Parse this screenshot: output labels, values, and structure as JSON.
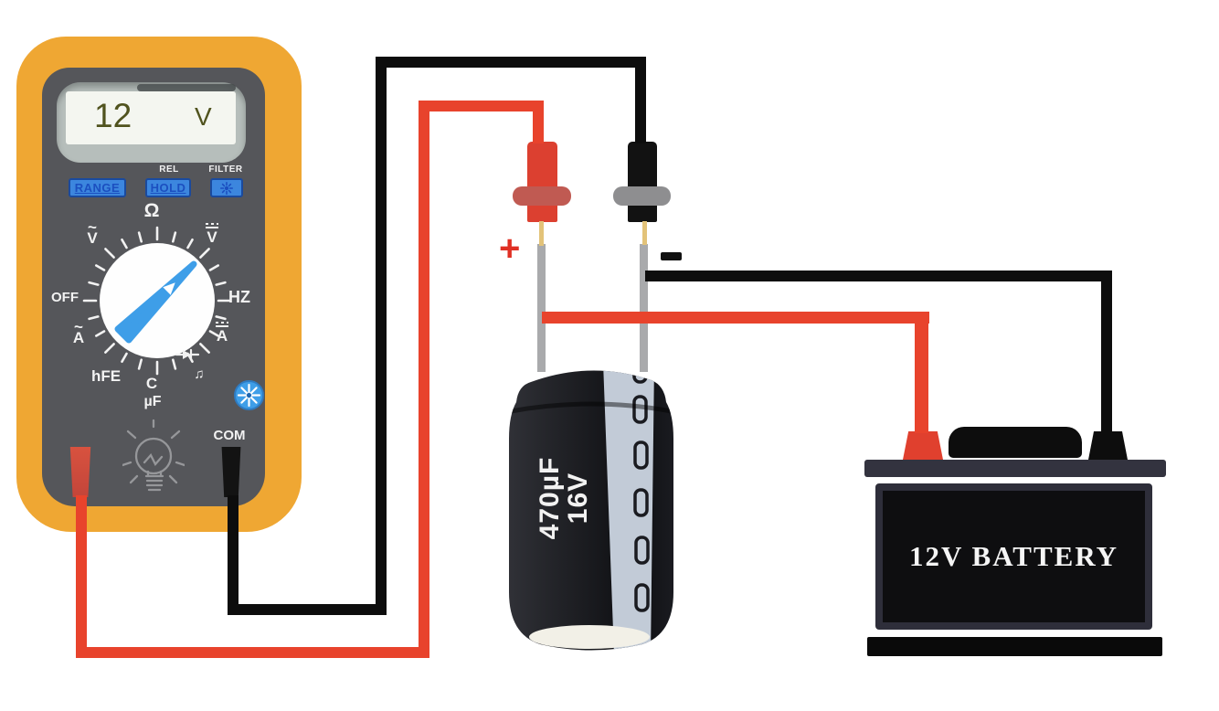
{
  "meter": {
    "display": {
      "value": "12",
      "unit": "V"
    },
    "button_labels": {
      "rel": "REL",
      "filter": "FILTER"
    },
    "buttons": {
      "range": "RANGE",
      "hold": "HOLD"
    },
    "dial": {
      "ohm": "Ω",
      "ac_mark": "~",
      "volts": "V",
      "amps": "A",
      "off": "OFF",
      "hz": "HZ",
      "hfe": "hFE",
      "cap": "C",
      "microfarad": "µF",
      "note": "♫"
    },
    "com_label": "COM"
  },
  "capacitor": {
    "capacitance": "470µF",
    "voltage": "16V",
    "plus": "+"
  },
  "battery": {
    "label": "12V BATTERY"
  },
  "colors": {
    "meter_body_yellow": "#EFA733",
    "meter_panel_gray": "#55565A",
    "lcd_background": "#F4F6F0",
    "lcd_text_olive": "#50531E",
    "button_blue": "#3C86DE",
    "needle_blue": "#3E9EE8",
    "wire_red": "#E8432C",
    "wire_black": "#0D0D0D",
    "capacitor_stripe": "#C2CBD7",
    "battery_plate_slate": "#33333F"
  }
}
